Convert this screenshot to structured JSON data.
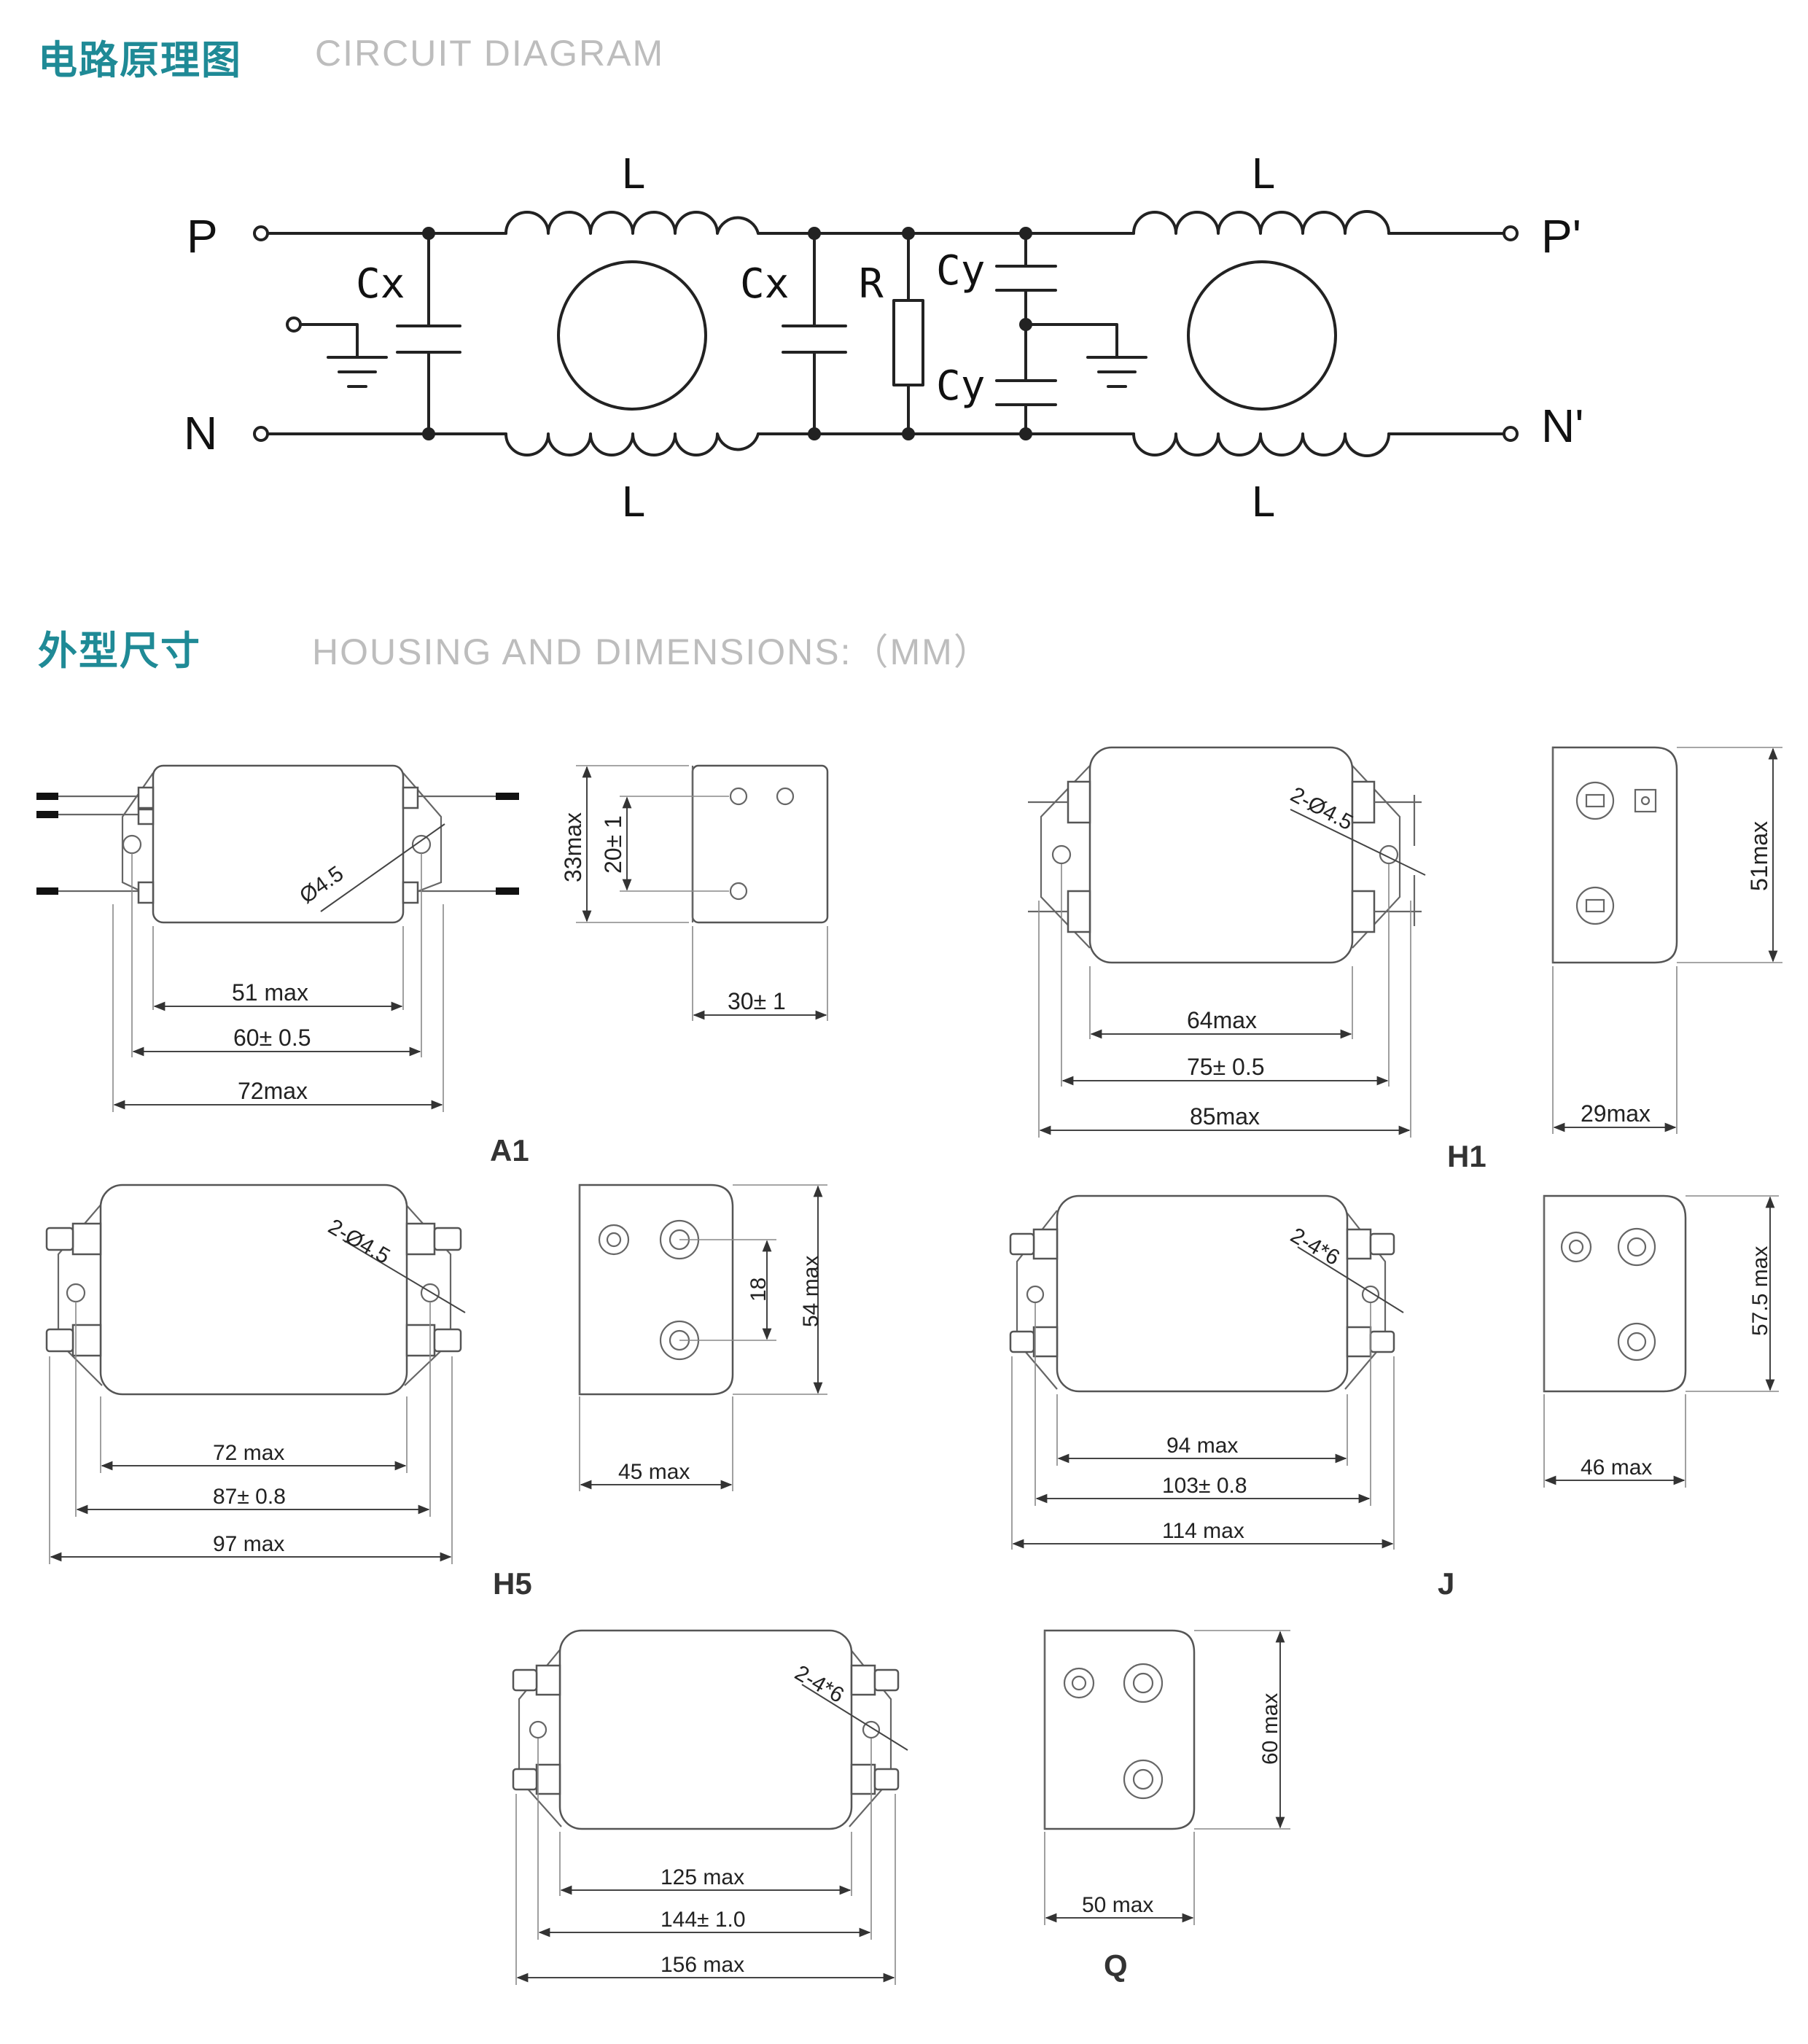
{
  "sections": {
    "circuit": {
      "title_cn": "电路原理图",
      "title_en": "CIRCUIT DIAGRAM"
    },
    "housing": {
      "title_cn": "外型尺寸",
      "title_en": "HOUSING AND DIMENSIONS:（MM）"
    }
  },
  "circuit": {
    "terminals": {
      "p": "P",
      "n": "N",
      "p_out": "P'",
      "n_out": "N'"
    },
    "components": {
      "inductor": "L",
      "cap_x": "Cx",
      "resistor": "R",
      "cap_y": "Cy"
    }
  },
  "models": {
    "a1": {
      "name": "A1",
      "hole": "Ø4.5",
      "d1": "51 max",
      "d2": "60± 0.5",
      "d3": "72max",
      "side_h": "33max",
      "side_hole": "20± 1",
      "side_w": "30± 1"
    },
    "h1": {
      "name": "H1",
      "hole": "2-Ø4.5",
      "d1": "64max",
      "d2": "75± 0.5",
      "d3": "85max",
      "side_h": "51max",
      "side_w": "29max"
    },
    "h5": {
      "name": "H5",
      "hole": "2-Ø4.5",
      "d1": "72 max",
      "d2": "87± 0.8",
      "d3": "97 max",
      "side_h": "54 max",
      "side_hole": "18",
      "side_w": "45 max"
    },
    "j": {
      "name": "J",
      "hole": "2-4*6",
      "d1": "94 max",
      "d2": "103± 0.8",
      "d3": "114 max",
      "side_h": "57.5 max",
      "side_w": "46 max"
    },
    "q": {
      "name": "Q",
      "hole": "2-4*6",
      "d1": "125 max",
      "d2": "144± 1.0",
      "d3": "156 max",
      "side_h": "60 max",
      "side_w": "50 max"
    }
  }
}
